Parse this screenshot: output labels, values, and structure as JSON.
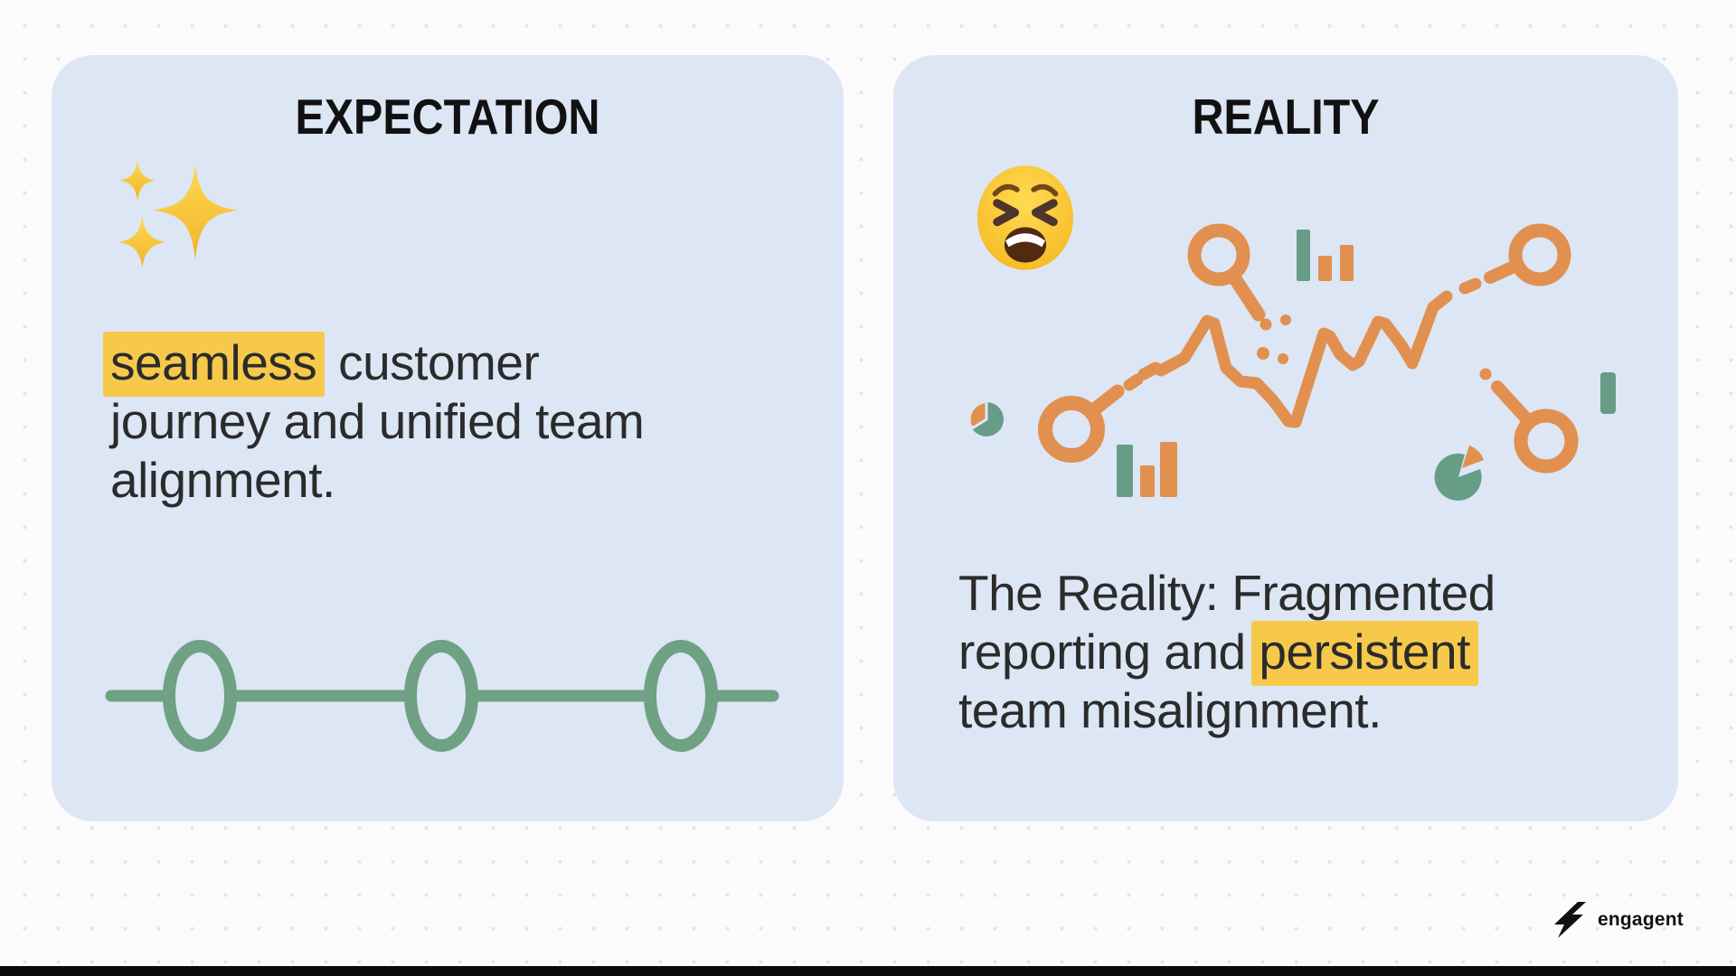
{
  "colors": {
    "background": "#fbfbfc",
    "dot": "#e4e4e7",
    "card_blue": "#dce6f5",
    "text_dark": "#2b2b2b",
    "title_dark": "#111111",
    "highlight_yellow": "#f6c94b",
    "accent_orange": "#e1904f",
    "accent_teal": "#679c87",
    "timeline_green": "#6fa183",
    "emoji_yellow": "#ffc933",
    "footer_black": "#0a0a0a",
    "logo_black": "#111111"
  },
  "expectation_card": {
    "title": "EXPECTATION",
    "emoji": "sparkles-emoji",
    "lines": [
      {
        "pre": "",
        "hl": "seamless",
        "post": " customer"
      },
      {
        "pre": "journey and unified team",
        "hl": "",
        "post": ""
      },
      {
        "pre": "alignment.",
        "hl": "",
        "post": ""
      }
    ],
    "timeline_steps": 3
  },
  "reality_card": {
    "title": "REALITY",
    "emoji": "weary-face-emoji",
    "lines": [
      {
        "pre": "The Reality: Fragmented",
        "hl": "",
        "post": ""
      },
      {
        "pre": "reporting and ",
        "hl": "persistent",
        "post": ""
      },
      {
        "pre": "team misalignment.",
        "hl": "",
        "post": ""
      }
    ]
  },
  "logo": {
    "text": "engagent"
  }
}
